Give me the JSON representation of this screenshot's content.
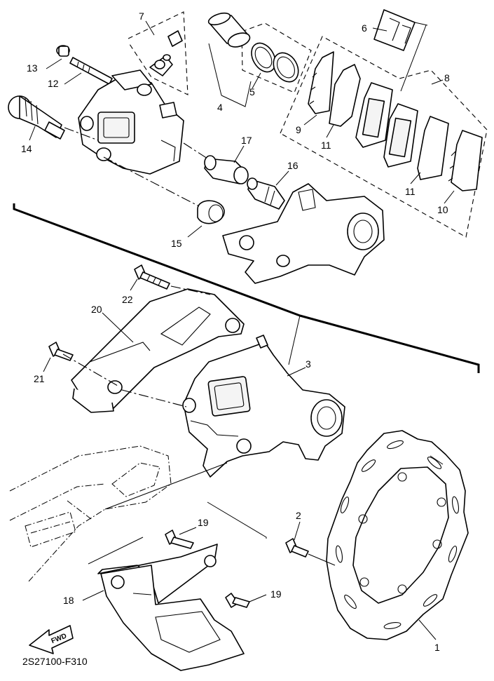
{
  "diagram_code": "2S27100-F310",
  "fwd_label": "FWD",
  "callouts": {
    "c1": "1",
    "c2": "2",
    "c3": "3",
    "c4": "4",
    "c5": "5",
    "c6": "6",
    "c7": "7",
    "c8": "8",
    "c9": "9",
    "c10": "10",
    "c11a": "11",
    "c11b": "11",
    "c12": "12",
    "c13": "13",
    "c14": "14",
    "c15": "15",
    "c16": "16",
    "c17": "17",
    "c18": "18",
    "c19a": "19",
    "c19b": "19",
    "c20": "20",
    "c21": "21",
    "c22": "22"
  }
}
